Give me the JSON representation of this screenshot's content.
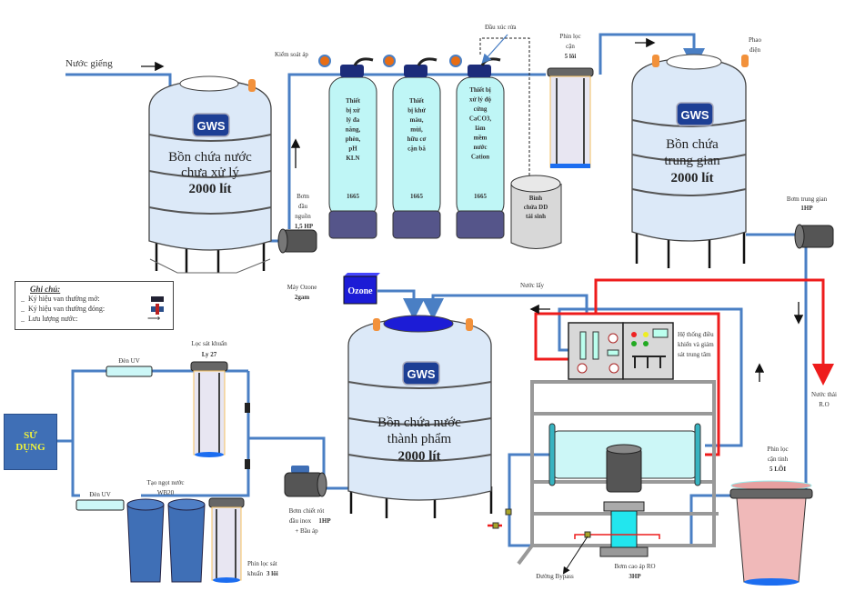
{
  "colors": {
    "pipe_water": "#4a7fc4",
    "pipe_reject": "#ee1c1c",
    "tank_fill": "#dce9f8",
    "column_fill": "#bff6f6",
    "column_base": "#55558a",
    "gauge_orange": "#e86d14",
    "float_orange": "#f2913b",
    "ozone_box": "#1c1cd6",
    "use_box": "#3f6fb6",
    "use_text": "#f1f33a"
  },
  "inlet": {
    "label": "Nước giếng"
  },
  "tank_raw": {
    "logo": "GWS",
    "line1": "Bồn chứa nước",
    "line2": "chưa xử lý",
    "capacity": "2000 lít"
  },
  "pump_source": {
    "line1": "Bơm",
    "line2": "đầu",
    "line3": "nguồn",
    "power": "1,5 HP"
  },
  "pressure_control": {
    "label": "Kiểm soát áp"
  },
  "backwash_head": {
    "label": "Đầu xúc rửa"
  },
  "columns": [
    {
      "lines": [
        "Thiết",
        "bị xử",
        "lý đa",
        "năng,",
        "phèn,",
        "pH",
        "KLN"
      ],
      "model": "1665"
    },
    {
      "lines": [
        "Thiết",
        "bị khử",
        "màu,",
        "mùi,",
        "hữu cơ",
        "cặn bã"
      ],
      "model": "1665"
    },
    {
      "lines": [
        "Thiết bị",
        "xử lý độ",
        "cứng",
        "CaCO3,",
        "làm",
        "mềm",
        "nước",
        "Cation"
      ],
      "model": "1665"
    }
  ],
  "regen_tank": {
    "lines": [
      "Bình",
      "chứa DD",
      "tái sinh"
    ]
  },
  "sediment_filter_5": {
    "line1": "Phin lọc",
    "line2": "cặn",
    "line3": "5 lõi"
  },
  "float_switch": {
    "line1": "Phao",
    "line2": "điện"
  },
  "tank_mid": {
    "logo": "GWS",
    "line1": "Bồn chứa",
    "line2": "trung gian",
    "capacity": "2000 lít"
  },
  "pump_mid": {
    "line1": "Bơm trung gian",
    "power": "1HP"
  },
  "legend": {
    "title": "Ghi chú:",
    "items": [
      {
        "label": "Ký hiệu van thường mở:",
        "symbol": "valve-open"
      },
      {
        "label": "Ký hiệu van thường đóng:",
        "symbol": "valve-closed"
      },
      {
        "label": "Lưu lượng nước:",
        "symbol": "flow-arrow"
      }
    ]
  },
  "ozone": {
    "box_label": "Ozone",
    "line1": "Máy Ozone",
    "line2": "2gam"
  },
  "backwash_water": {
    "label": "Nước lấy"
  },
  "control_panel": {
    "line1": "Hệ thống điều",
    "line2": "khiển và giám",
    "line3": "sát trung tâm"
  },
  "ro_reject": {
    "line1": "Nước thải",
    "line2": "R.O"
  },
  "tank_product": {
    "logo": "GWS",
    "line1": "Bồn chứa nước",
    "line2": "thành phẩm",
    "capacity": "2000 lít"
  },
  "fine_filter": {
    "line1": "Phin lọc",
    "line2": "cặn tinh",
    "line3": "5 LÕI"
  },
  "ro_pump": {
    "line1": "Bơm cao áp RO",
    "power": "3HP"
  },
  "bypass": {
    "label": "Đường Bypass"
  },
  "fill_pump": {
    "line1": "Bơm chiết rót",
    "line2": "đầu inox",
    "power": "1HP",
    "line3": "+ Bầu áp"
  },
  "uv_top": {
    "label": "Đèn UV"
  },
  "bacteria_filter_top": {
    "line1": "Lọc sát khuẩn",
    "line2": "Ly 27"
  },
  "use_point": {
    "line1": "SỬ",
    "line2": "DỤNG"
  },
  "uv_bottom": {
    "label": "Đèn UV"
  },
  "sweetener": {
    "line1": "Tạo ngọt nước",
    "line2": "WB20"
  },
  "bacteria_filter_bottom": {
    "line1": "Phin lọc sát",
    "line2": "khuẩn",
    "line2b": "3 lõi"
  }
}
